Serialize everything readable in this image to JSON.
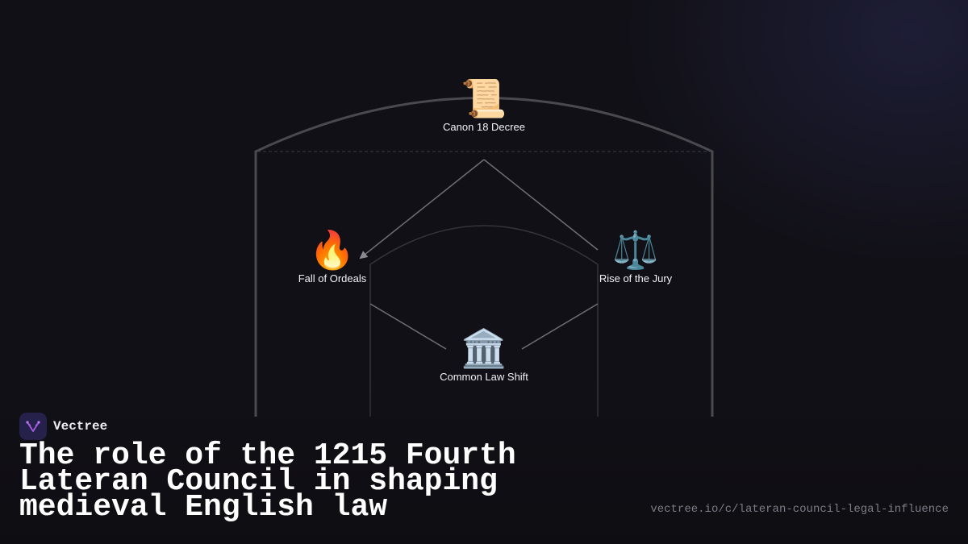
{
  "diagram": {
    "nodes": [
      {
        "id": "canon",
        "label": "Canon 18 Decree",
        "icon": "scroll-icon",
        "glyph": "📜"
      },
      {
        "id": "ordeals",
        "label": "Fall of Ordeals",
        "icon": "fire-icon",
        "glyph": "🔥"
      },
      {
        "id": "jury",
        "label": "Rise of the Jury",
        "icon": "scales-icon",
        "glyph": "⚖️"
      },
      {
        "id": "common-law",
        "label": "Common Law Shift",
        "icon": "classical-building-icon",
        "glyph": "🏛️"
      }
    ],
    "edges": [
      {
        "from": "canon",
        "to": "ordeals",
        "arrow": true
      },
      {
        "from": "canon",
        "to": "jury",
        "arrow": false
      },
      {
        "from": "ordeals",
        "to": "common-law",
        "arrow": false
      },
      {
        "from": "jury",
        "to": "common-law",
        "arrow": false
      }
    ]
  },
  "brand": {
    "name": "Vectree",
    "logo_icon": "vectree-logo-icon"
  },
  "title": "The role of the 1215 Fourth Lateran Council in shaping medieval English law",
  "url": "vectree.io/c/lateran-council-legal-influence",
  "colors": {
    "background": "#111016",
    "arch": "#4a4a4e",
    "edge": "#6e6e74",
    "brand_logo_bg": "#25214a",
    "brand_logo_mark": "#a45be0",
    "url_text": "#7c7c86"
  }
}
